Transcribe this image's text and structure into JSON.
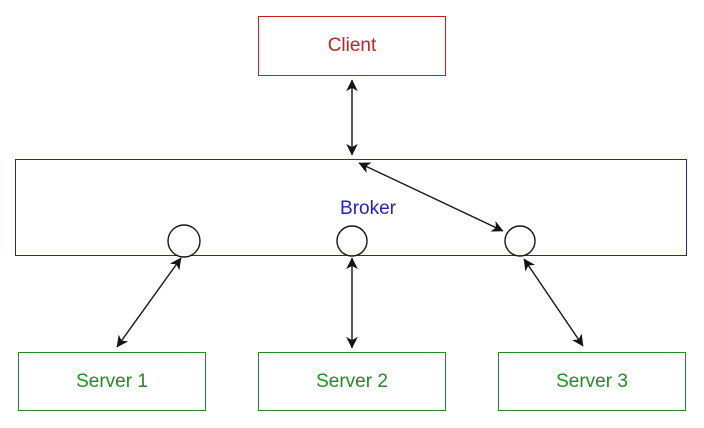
{
  "colors": {
    "client": "#c42222",
    "broker": "#2222c4",
    "server": "#228B22",
    "edge": "#141414",
    "background": "#ffffff"
  },
  "nodes": {
    "client": {
      "label": "Client"
    },
    "broker": {
      "label": "Broker"
    },
    "server1": {
      "label": "Server 1"
    },
    "server2": {
      "label": "Server 2"
    },
    "server3": {
      "label": "Server 3"
    }
  },
  "ports": [
    {
      "name": "broker-port-1"
    },
    {
      "name": "broker-port-2"
    },
    {
      "name": "broker-port-3"
    }
  ],
  "edges": [
    {
      "from": "Client",
      "to": "Broker",
      "direction": "bidirectional"
    },
    {
      "from": "Broker",
      "to": "broker-port-3",
      "direction": "bidirectional"
    },
    {
      "from": "broker-port-1",
      "to": "Server 1",
      "direction": "bidirectional"
    },
    {
      "from": "broker-port-2",
      "to": "Server 2",
      "direction": "bidirectional"
    },
    {
      "from": "broker-port-3",
      "to": "Server 3",
      "direction": "bidirectional"
    }
  ]
}
